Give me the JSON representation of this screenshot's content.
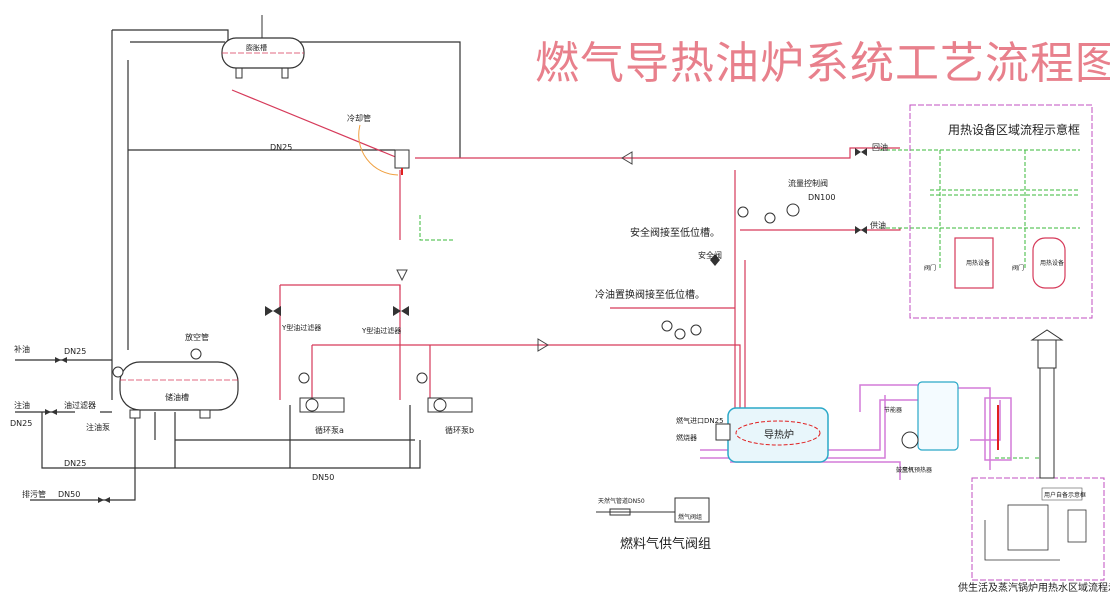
{
  "title": "燃气导热油炉系统工艺流程图",
  "user_area": {
    "title": "用热设备区域流程示意框",
    "equip1": "用热设备",
    "equip2": "用热设备",
    "valve": "阀门"
  },
  "water_area": {
    "title": "供生活及蒸汽锅炉用热水区域流程示意框",
    "box": "用户自备示意框"
  },
  "pipes": {
    "dn25": "DN25",
    "dn50": "DN50",
    "dn100": "DN100"
  },
  "left": {
    "in1": "补油",
    "in2": "注油",
    "drain": "排污管",
    "filter": "油过滤器",
    "pump": "注油泵"
  },
  "tanks": {
    "expansion": "膨胀槽",
    "storage": "储油槽",
    "cool": "冷却管",
    "drain_tank": "放空管"
  },
  "pumps": {
    "a": "循环泵a",
    "b": "循环泵b",
    "filter": "Y型油过滤器"
  },
  "notes": {
    "safety_valve": "安全阀",
    "safety_to": "安全阀接至低位槽。",
    "cold_oil": "冷油置换阀接至低位槽。",
    "flowmeter": "流量控制阀",
    "return": "回油",
    "supply": "供油"
  },
  "boiler": {
    "name": "导热炉",
    "burner": "燃烧器",
    "gas_in": "燃气进口DN25",
    "economizer": "节能器",
    "preheater": "空气预热器",
    "fan": "鼓风机"
  },
  "gas": {
    "label": "燃料气供气阀组",
    "pipe": "天然气管道DN50",
    "valves": "燃气阀组"
  },
  "colors": {
    "pipe": "#333333",
    "hot": "#d63a5a",
    "pink": "#d37bd8",
    "green": "#3ab83a",
    "cyan": "#2aa8c8",
    "red": "#e02020",
    "title": "#e8808c"
  }
}
